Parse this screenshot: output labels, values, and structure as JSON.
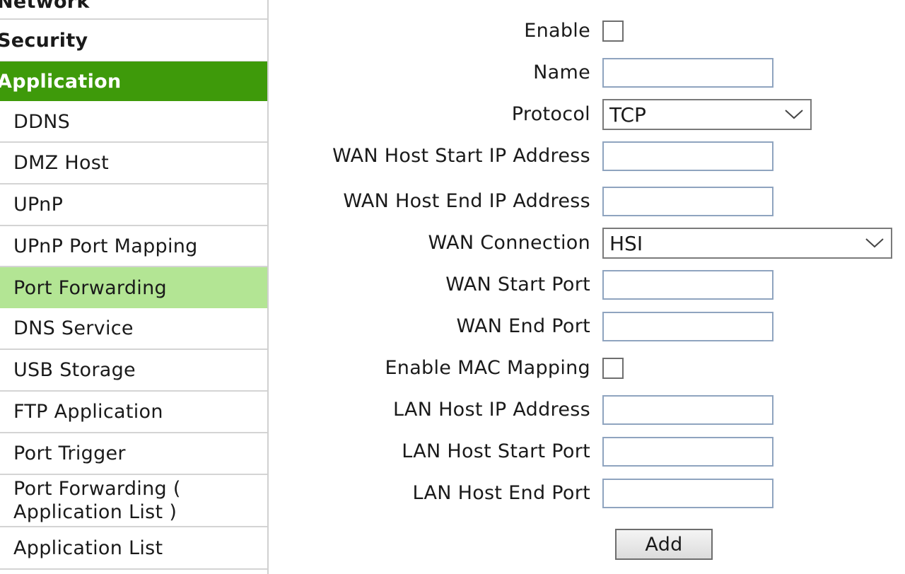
{
  "sidebar": {
    "categories": {
      "network": "Network",
      "security": "Security",
      "application": "Application"
    },
    "items": [
      "DDNS",
      "DMZ Host",
      "UPnP",
      "UPnP Port Mapping",
      "Port Forwarding",
      "DNS Service",
      "USB Storage",
      "FTP Application",
      "Port Trigger",
      "Port Forwarding (",
      "Application List )",
      "Application List"
    ]
  },
  "form": {
    "enable": {
      "label": "Enable",
      "checked": false
    },
    "name": {
      "label": "Name",
      "value": ""
    },
    "protocol": {
      "label": "Protocol",
      "value": "TCP"
    },
    "wan_host_start_ip": {
      "label": "WAN Host Start IP Address",
      "value": ""
    },
    "wan_host_end_ip": {
      "label": "WAN Host End IP Address",
      "value": ""
    },
    "wan_connection": {
      "label": "WAN Connection",
      "value": "HSI"
    },
    "wan_start_port": {
      "label": "WAN Start Port",
      "value": ""
    },
    "wan_end_port": {
      "label": "WAN End Port",
      "value": ""
    },
    "enable_mac_mapping": {
      "label": "Enable MAC Mapping",
      "checked": false
    },
    "lan_host_ip": {
      "label": "LAN Host IP Address",
      "value": ""
    },
    "lan_host_start_port": {
      "label": "LAN Host Start Port",
      "value": ""
    },
    "lan_host_end_port": {
      "label": "LAN Host End Port",
      "value": ""
    },
    "add_label": "Add"
  },
  "icons": {
    "dropdown": "chevron-down-icon"
  },
  "colors": {
    "active_category": "#3e9a0a",
    "active_item": "#b3e594",
    "field_border": "#8fa4bf"
  }
}
